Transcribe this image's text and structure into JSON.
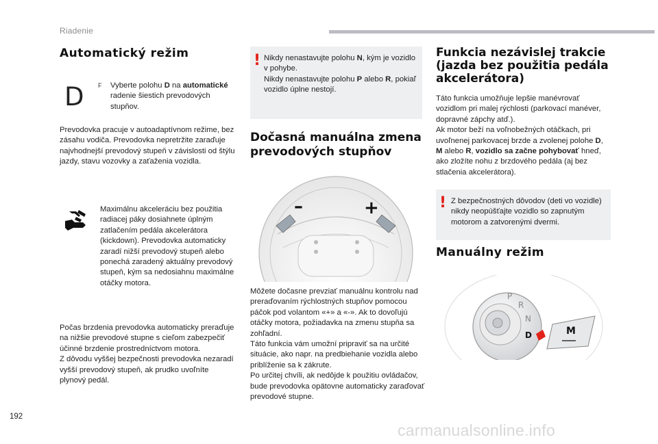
{
  "header": {
    "section": "Riadenie"
  },
  "page_number": "192",
  "col1": {
    "title": "Automatický režim",
    "letter_icon": "D",
    "bullet_mark": "F",
    "bullet_before": "Vyberte polohu ",
    "bullet_bold1": "D",
    "bullet_mid": " na ",
    "bullet_bold2": "automatické",
    "bullet_after": " radenie šiestich prevodových stupňov.",
    "intro": "Prevodovka pracuje v autoadaptívnom režime, bez zásahu vodiča. Prevodovka nepretržite zaraďuje najvhodnejší prevodový stupeň v závislosti od štýlu jazdy, stavu vozovky a zaťaženia vozidla.",
    "kickdown_icon": "hand-pedal-icon",
    "kickdown": "Maximálnu akceleráciu bez použitia radiacej páky dosiahnete úplným zatlačením pedála akcelerátora (kickdown). Prevodovka automaticky zaradí nižší prevodový stupeň alebo ponechá zaradený aktuálny prevodový stupeň, kým sa nedosiahnu maximálne otáčky motora.",
    "braking_1": "Počas brzdenia prevodovka automaticky preraďuje na nižšie prevodové stupne s cieľom zabezpečiť účinné brzdenie prostredníctvom motora.",
    "braking_2": "Z dôvodu vyššej bezpečnosti prevodovka nezaradí vyšší prevodový stupeň, ak prudko uvoľníte plynový pedál."
  },
  "col2": {
    "warning": {
      "mark": "!",
      "l1_a": "Nikdy nenastavujte polohu ",
      "l1_b": "N",
      "l1_c": ", kým je vozidlo v pohybe.",
      "l2_a": "Nikdy nenastavujte polohu ",
      "l2_b": "P",
      "l2_c": " alebo ",
      "l2_d": "R",
      "l2_e": ", pokiaľ vozidlo úplne nestojí."
    },
    "title": "Dočasná manuálna zmena prevodových stupňov",
    "wheel_minus": "–",
    "wheel_plus": "+",
    "para_1": "Môžete dočasne prevziať manuálnu kontrolu nad preraďovaním rýchlostných stupňov pomocou páčok pod volantom «+» a «-». Ak to dovoľujú otáčky motora, požiadavka na zmenu stupňa sa zohľadní.",
    "para_2": "Táto funkcia vám umožní pripraviť sa na určité situácie, ako napr. na predbiehanie vozidla alebo priblíženie sa k zákrute.",
    "para_3": "Po určitej chvíli, ak nedôjde k použitiu ovládačov, bude prevodovka opätovne automaticky zaraďovať prevodové stupne."
  },
  "col3": {
    "title": "Funkcia nezávislej trakcie (jazda bez použitia pedála akcelerátora)",
    "para_1": "Táto funkcia umožňuje lepšie manévrovať vozidlom pri malej rýchlosti (parkovací manéver, dopravné zápchy atď.).",
    "para_2a": "Ak motor beží na voľnobežných otáčkach, pri uvoľnenej parkovacej brzde a zvolenej polohe ",
    "para_2_d": "D",
    "para_2_sep1": ", ",
    "para_2_m": "M",
    "para_2_sep2": " alebo ",
    "para_2_r": "R",
    "para_2_sep3": ", ",
    "para_2_bold": "vozidlo sa začne pohybovať",
    "para_2_end": " hneď, ako zložíte nohu z brzdového pedála (aj bez stlačenia akcelerátora).",
    "warning": {
      "mark": "!",
      "text": "Z bezpečnostných dôvodov (deti vo vozidle) nikdy neopúšťajte vozidlo so zapnutým motorom a zatvorenými dvermi."
    },
    "title2": "Manuálny režim",
    "selector": {
      "p": "P",
      "r": "R",
      "n": "N",
      "d": "D",
      "m_button": "M"
    }
  },
  "watermark": "carmanualsonline.info"
}
